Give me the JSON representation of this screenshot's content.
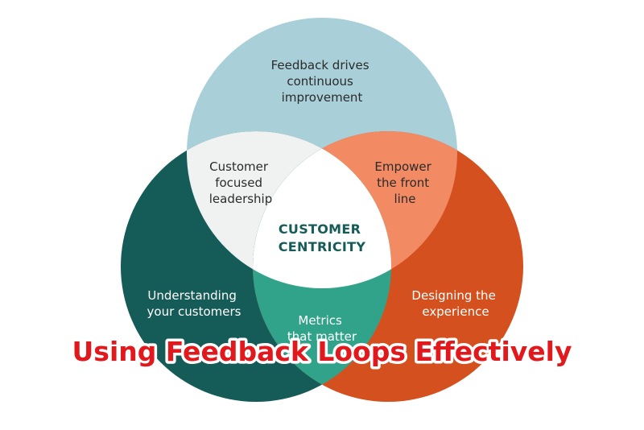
{
  "colors": {
    "top_circle": "#a9cfd8",
    "left_circle": "#155b58",
    "right_circle": "#d4501e",
    "top_left_overlap": "#eff2f1",
    "top_right_overlap": "#f28a63",
    "bottom_overlap": "#32a38b",
    "center": "#ffffff",
    "center_text": "#155b58",
    "caption_text": "#e1181c"
  },
  "diagram": {
    "top": [
      "Feedback drives",
      "continuous",
      "improvement"
    ],
    "left": [
      "Understanding",
      "your customers"
    ],
    "right": [
      "Designing the",
      "experience"
    ],
    "top_left": [
      "Customer",
      "focused",
      "leadership"
    ],
    "top_right": [
      "Empower",
      "the front",
      "line"
    ],
    "bottom": [
      "Metrics",
      "that matter"
    ],
    "center": [
      "CUSTOMER",
      "CENTRICITY"
    ]
  },
  "caption": "Using Feedback Loops Effectively"
}
